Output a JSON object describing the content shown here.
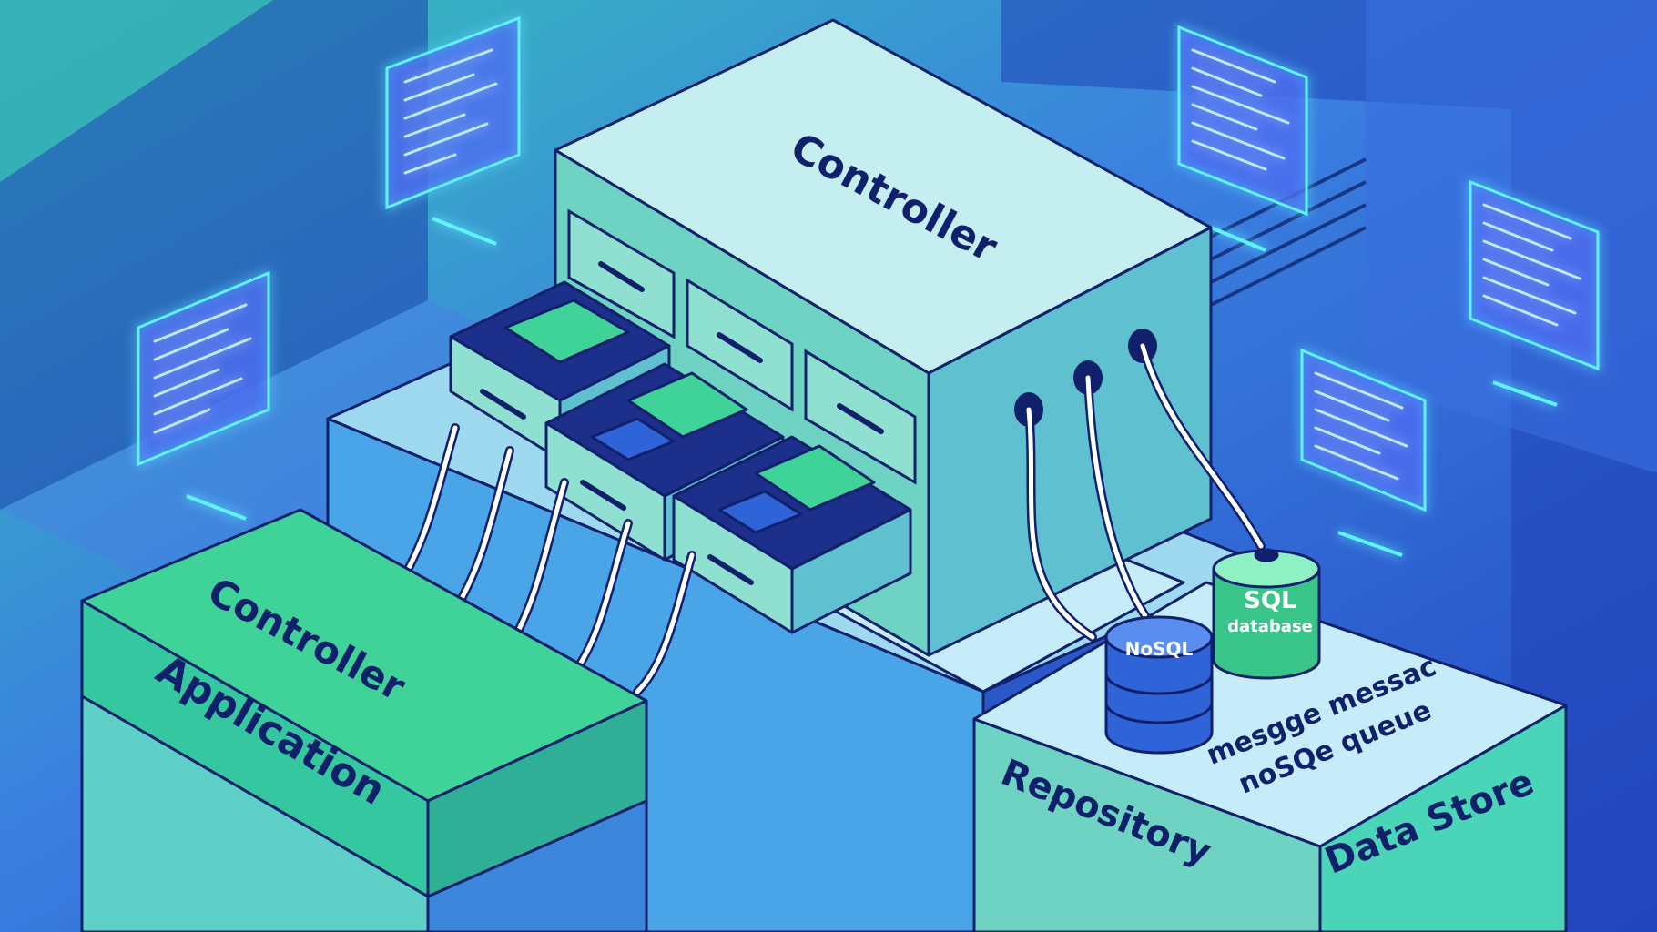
{
  "labels": {
    "top_block": "Controller",
    "left_block_top": "Controller",
    "left_block_front": "Application",
    "right_block_left": "Repository",
    "right_block_right": "Data Store",
    "right_block_top_line1": "mesgge messac",
    "right_block_top_line2": "noSQe   queue"
  },
  "cylinders": {
    "sql_line1": "SQL",
    "sql_line2": "database",
    "nosql": "NoSQL"
  },
  "colors": {
    "background": "#2b56c8",
    "teal": "#6fd3c3",
    "green": "#3fd39a",
    "navy": "#10206a",
    "glow": "#4ef0ff",
    "blue_cylinder": "#2f63d8",
    "green_cylinder": "#39c48a"
  },
  "icons": [
    "code-screen-icon",
    "drawer-handle-icon",
    "cable-icon",
    "database-cylinder-icon"
  ]
}
